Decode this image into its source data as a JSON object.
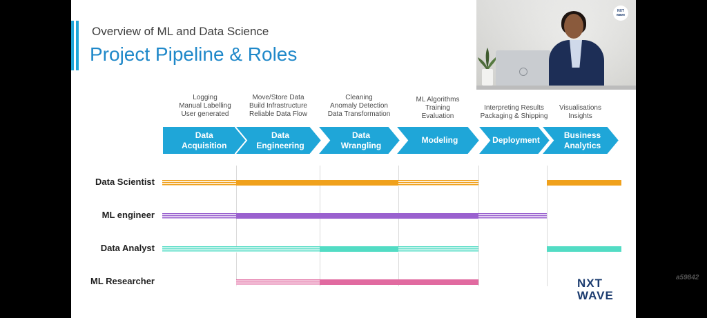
{
  "slide": {
    "subtitle": "Overview of ML and Data Science",
    "title": "Project Pipeline & Roles",
    "accent_color": "#1fa6d8",
    "title_color": "#1f88c9"
  },
  "stages": [
    {
      "label_line1": "Data",
      "label_line2": "Acquisition",
      "desc": [
        "Logging",
        "Manual Labelling",
        "User generated"
      ]
    },
    {
      "label_line1": "Data",
      "label_line2": "Engineering",
      "desc": [
        "Move/Store Data",
        "Build Infrastructure",
        "Reliable Data Flow"
      ]
    },
    {
      "label_line1": "Data",
      "label_line2": "Wrangling",
      "desc": [
        "Cleaning",
        "Anomaly Detection",
        "Data Transformation"
      ]
    },
    {
      "label_line1": "Modeling",
      "label_line2": "",
      "desc": [
        "ML Algorithms",
        "Training",
        "Evaluation"
      ]
    },
    {
      "label_line1": "Deployment",
      "label_line2": "",
      "desc": [
        "Interpreting Results",
        "Packaging & Shipping"
      ]
    },
    {
      "label_line1": "Business",
      "label_line2": "Analytics",
      "desc": [
        "Visualisations",
        "Insights"
      ]
    }
  ],
  "stage_color": "#1fa6d8",
  "roles": [
    {
      "name": "Data Scientist",
      "color": "#f0a11c",
      "segments": [
        "striped",
        "solid",
        "solid",
        "striped",
        "none",
        "solid"
      ]
    },
    {
      "name": "ML engineer",
      "color": "#9a61cf",
      "segments": [
        "striped",
        "solid",
        "solid",
        "solid",
        "striped",
        "none"
      ]
    },
    {
      "name": "Data Analyst",
      "color": "#52dcc4",
      "segments": [
        "striped",
        "striped",
        "solid",
        "striped",
        "none",
        "solid"
      ]
    },
    {
      "name": "ML Researcher",
      "color": "#e16aa0",
      "segments": [
        "none",
        "striped",
        "solid",
        "solid",
        "none",
        "none"
      ]
    }
  ],
  "logo": {
    "line1": "NXT",
    "line2": "WAVE"
  },
  "webcam": {
    "badge_line1": "NXT",
    "badge_line2": "wave"
  },
  "watermark": "a59842"
}
